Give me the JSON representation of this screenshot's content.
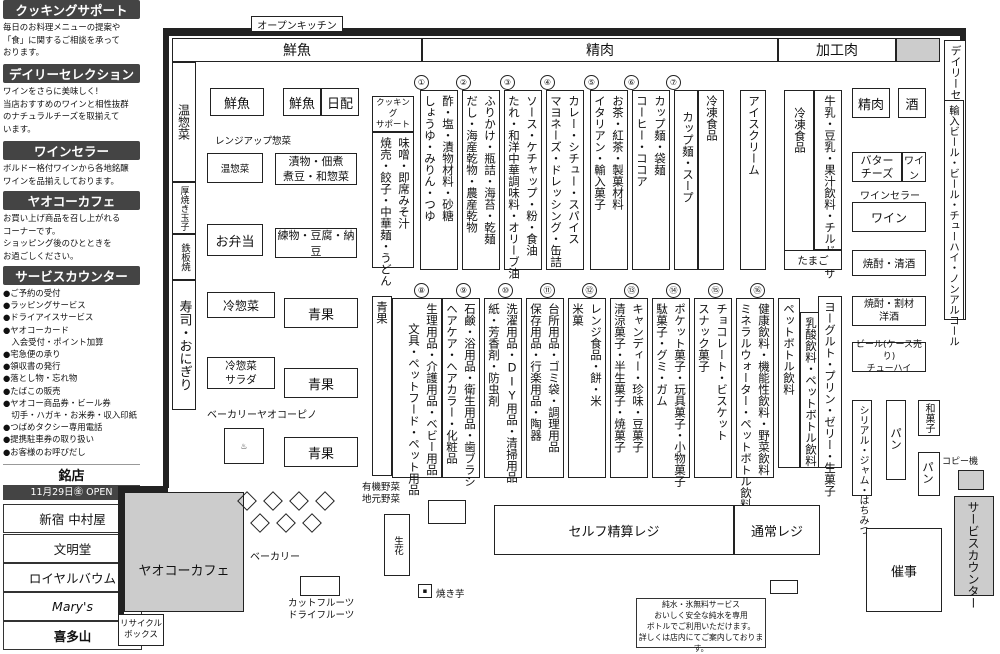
{
  "side": {
    "cooking_title": "クッキングサポート",
    "cooking_text": [
      "毎日のお料理メニューの提案や",
      "「食」に関するご相談を承って",
      "おります。"
    ],
    "daily_title": "デイリーセレクション",
    "daily_text": [
      "ワインをさらに美味しく!",
      "当店おすすめのワインと相性抜群",
      "のナチュラルチーズを取揃えて",
      "います。"
    ],
    "wine_title": "ワインセラー",
    "wine_text": [
      "ボルドー格付ワインから各地銘醸",
      "ワインを品揃えしております。"
    ],
    "cafe_title": "ヤオコーカフェ",
    "cafe_text": [
      "お買い上げ商品を召し上がれる",
      "コーナーです。",
      "ショッピング後のひとときを",
      "お過ごしください。"
    ],
    "service_title": "サービスカウンター",
    "services": [
      "●ご予約の受付",
      "●ラッピングサービス",
      "●ドライアイスサービス",
      "●ヤオコーカード",
      "　入会受付・ポイント加算",
      "●宅急便の承り",
      "●領収書の発行",
      "●落とし物・忘れ物",
      "●たばこの販売",
      "●ヤオコー商品券・ビール券",
      "　切手・ハガキ・お米券・収入印紙",
      "●つばめタクシー専用電話",
      "●提携駐車券の取り扱い",
      "●お客様のお呼びだし"
    ],
    "meiten_title": "銘店",
    "open_date": "11月29日㊎ OPEN",
    "shops": [
      "新宿 中村屋",
      "文明堂",
      "ロイヤルバウム",
      "Mary's",
      "喜多山"
    ]
  },
  "map": {
    "open_kitchen": "オープンキッチン",
    "top": {
      "fish": "鮮魚",
      "meat": "精肉",
      "processed": "加工肉"
    },
    "daily_selection": "デイリーセレクション",
    "onso": "温惣菜",
    "atsuyaki": "厚焼き玉子",
    "teppan": "鉄板焼",
    "sushi": "寿司・おにぎり",
    "fish_boxes": [
      "鮮魚",
      "鮮魚",
      "日配"
    ],
    "range_up": "レンジアップ惣菜",
    "onsouzai_small": "温惣菜",
    "tsukemono": [
      "漬物・佃煮",
      "煮豆・和惣菜"
    ],
    "obento": "お弁当",
    "nerimono": "練物・豆腐・納豆",
    "reisouzai": "冷惣菜",
    "seika": "青果",
    "reisouzai_salad": [
      "冷惣菜",
      "サラダ"
    ],
    "bakery_yaokopino": "ベーカリーヤオコーピノ",
    "cafe": "ヤオコーカフェ",
    "bakery": "ベーカリー",
    "recycle": [
      "リサイクル",
      "ボックス"
    ],
    "cooking_support_box": [
      "クッキング",
      "サポート"
    ],
    "aisle_top": [
      {
        "num": "①",
        "left": "酢・塩・漬物材料・砂糖",
        "right": "しょうゆ・みりん・つゆ"
      },
      {
        "num": "②",
        "left": "ふりかけ・瓶詰・海苔・乾麺",
        "right": "だし・海産乾物・農産乾物"
      },
      {
        "num": "③",
        "left": "ソース・ケチャップ・粉・食油",
        "right": "たれ・和洋中華調味料・オリーブ油"
      },
      {
        "num": "④",
        "left": "カレー・シチュー・スパイス",
        "right": "マヨネーズ・ドレッシング・缶詰"
      },
      {
        "num": "⑤",
        "left": "お茶・紅茶・製菓材料",
        "right": "イタリアン・輸入菓子"
      },
      {
        "num": "⑥",
        "left": "カップ麺・袋麺",
        "right": "コーヒー・ココア"
      },
      {
        "num": "⑦",
        "left": "カップ麺・スープ",
        "right": ""
      }
    ],
    "miso": "味噌・即席みそ汁",
    "yakisoba": "焼売・餃子・中華麺・うどん",
    "reito": "冷凍食品",
    "ice": "アイスクリーム",
    "reito2": "冷凍食品",
    "gyunyu": "牛乳・豆乳・果汁飲料・チルドピザ",
    "tamago": "たまご",
    "aisle_bottom": [
      {
        "num": "⑧",
        "left": "生理用品・介護用品・ベビー用品",
        "right": "文具・ペットフード・ペット用品"
      },
      {
        "num": "⑨",
        "left": "石鹸・浴用品・衛生用品・歯ブラシ",
        "right": "ヘアケア・ヘアカラー・化粧品"
      },
      {
        "num": "⑩",
        "left": "洗濯用品・DIY用品・清掃用品",
        "right": "紙・芳香剤・防虫剤"
      },
      {
        "num": "⑪",
        "left": "台所用品・ゴミ袋・調理用品",
        "right": "保存用品・行楽用品・陶器"
      },
      {
        "num": "⑫",
        "left": "米菓",
        "right": "レンジ食品・餅・米"
      },
      {
        "num": "⑬",
        "left": "キャンディー・珍味・豆菓子",
        "right": "清涼菓子・半生菓子・焼菓子"
      },
      {
        "num": "⑭",
        "left": "駄菓子・グミ・ガム",
        "right": "ポケット菓子・玩具菓子・小物菓子"
      },
      {
        "num": "⑮",
        "left": "スナック菓子",
        "right": "チョコレート・ビスケット"
      },
      {
        "num": "⑯",
        "left": "ミネラルウォーター・ペットボトル飲料",
        "right": "健康飲料・機能性飲料・野菜飲料"
      }
    ],
    "seika_left": "青果",
    "pet_drinks": "ペットボトル飲料",
    "nyusan": "乳酸飲料・ペットボトル飲料",
    "yogurt": "ヨーグルト・プリン・ゼリー・生菓子",
    "seiniku": "精肉",
    "sake": "酒",
    "butter": [
      "バター",
      "チーズ"
    ],
    "wine_v": "ワイン",
    "wine_cellar_label": "ワインセラー",
    "wine_box": "ワイン",
    "shochu": "焼酎・清酒",
    "shochu2": [
      "焼酎・割材",
      "洋酒"
    ],
    "beer": [
      "ビール(ケース売り)",
      "チューハイ"
    ],
    "beer_v": "輸入ビール・ビール・チューハイ・ノンアルコール",
    "cereal": "シリアル・ジャム・はちみつ",
    "wagashi": "和菓子",
    "pan1": "パン",
    "pan2": "パン",
    "copy": "コピー機",
    "service_counter": "サービスカウンター",
    "saiji": "催事",
    "self_register": "セルフ精算レジ",
    "normal_register": "通常レジ",
    "yuki_yasai": [
      "有機野菜",
      "地元野菜"
    ],
    "seika_flower": "生花",
    "yakiimo": "焼き芋",
    "cut_fruits": [
      "カットフルーツ",
      "ドライフルーツ"
    ],
    "water_service": [
      "純水・氷無料サービス",
      "おいしく安全な純水を専用",
      "ボトルでご利用いただけます。",
      "詳しくは店内にてご案内しております。"
    ]
  }
}
